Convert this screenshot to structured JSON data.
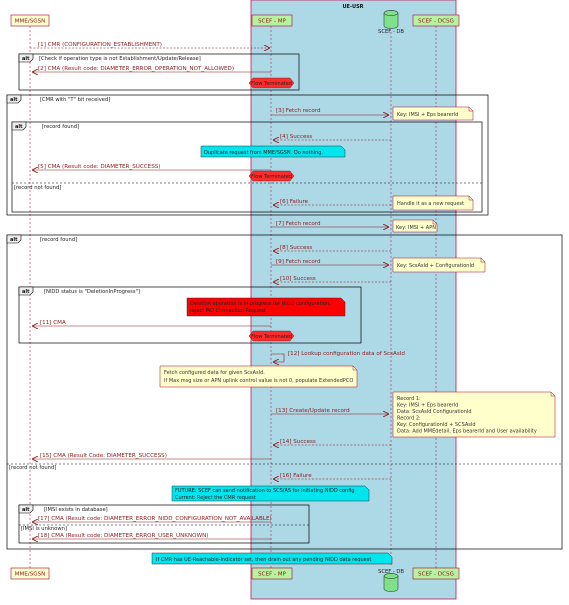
{
  "colors": {
    "box_fill": "#add8e6",
    "box_stroke": "#c2185b",
    "participant_fill": "#fefece",
    "participant_green": "#b6f2a0",
    "db_fill": "#7fe08a",
    "arrow": "#8b1a1a",
    "note_yellow": "#ffffcc",
    "note_cyan": "#00e5ee",
    "note_red": "#ff0000",
    "hexagon": "#ff2a2a"
  },
  "diagram": {
    "box_title": "UE-USR",
    "participants": {
      "mme": "MME/SGSN",
      "scef": "SCEF - MP",
      "db": "SCEF - DB",
      "dcsg": "SCEF - DCSG"
    },
    "messages": [
      "[1] CMR (CONFIGURATION_ESTABLISHMENT)",
      "[2] CMA (Result code: DIAMETER_ERROR_OPERATION_NOT_ALLOWED)",
      "[3] Fetch record",
      "[4] Success",
      "[5] CMA (Result code: DIAMETER_SUCCESS)",
      "[6] Failure",
      "[7] Fetch record",
      "[8] Success",
      "[9] Fetch record",
      "[10] Success",
      "[11] CMA",
      "[12] Lookup configuration data of ScsAsId",
      "[13] Create/Update record",
      "[14] Success",
      "[15] CMA (Result Code: DIAMETER_SUCCESS)",
      "[16] Failure",
      "[17] CMA (Result code: DIAMETER_ERROR_NIDD_CONFIGURATION_NOT_AVAILABLE)",
      "[18] CMA (Result code: DIAMETER_ERROR_USER_UNKNOWN)"
    ],
    "alts": {
      "a1_kw": "alt",
      "a1_cond": "[Check if operation type is not Establishment/Update/Release]",
      "a2_kw": "alt",
      "a2_cond": "[CMR with \"T\" bit received]",
      "a3_kw": "alt",
      "a3_cond": "[record found]",
      "a3_else": "[record not found]",
      "a4_kw": "alt",
      "a4_cond": "[record found]",
      "a4_else": "[record not found]",
      "a5_kw": "alt",
      "a5_cond": "[NIDD status is \"DeletionInProgress\"]",
      "a6_kw": "alt",
      "a6_cond": "[IMSI exists in database]",
      "a6_else": "[IMSI is unknown]"
    },
    "notes": {
      "n1": "Key: IMSI + Eps bearerId",
      "n2": "Handle it as a new request",
      "n3": "Key: IMSI + APN",
      "n4": "Key: ScsAsId + ConfigurationId",
      "n5_l1": "Fetch configured data for given ScsAsId.",
      "n5_l2": "If Max msg size or APN uplink control value is not 0, populate ExtendedPCO",
      "n6_l1": "Record 1:",
      "n6_l2": "Key: IMSI + Eps bearerId",
      "n6_l3": "Data: ScsAsId     ConfigurationId",
      "n6_l4": "Record 2:",
      "n6_l5": "Key: ConfigurationId + SCSAsId",
      "n6_l6": "Data: Add MMEdetail, Eps bearerId and User availability"
    },
    "cyan_notes": {
      "c1": "Duplicate request from MME/SGSN. Do nothing.",
      "c2_l1": "FUTURE: SCEF can send notification to SCS/AS for initiating NIDD config",
      "c2_l2": "Current: Reject the CMR request",
      "c3": "If CMR has UE-Reachable-Indicator set, then drain out any pending NIDD data request"
    },
    "red_notes": {
      "r1_l1": "Deletion operation is in progress for NIDD configuration,",
      "r1_l2": "reject MO Connection Request"
    },
    "hexagons": {
      "h1": "Flow Terminated",
      "h2": "Flow Terminated",
      "h3": "Flow Terminated"
    }
  }
}
